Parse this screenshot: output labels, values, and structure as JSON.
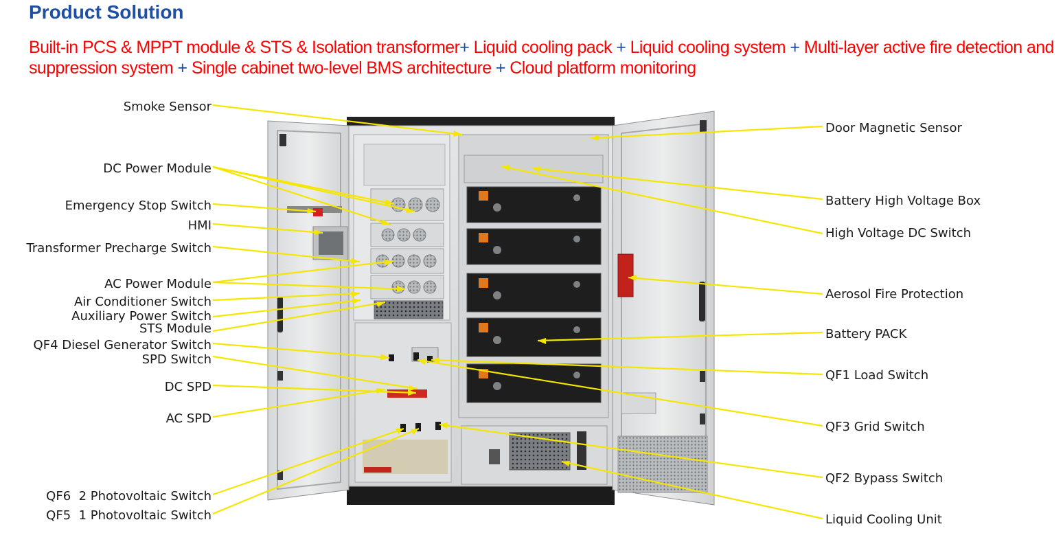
{
  "title": "Product Solution",
  "subtitle": {
    "segments": [
      {
        "text": "Built-in PCS & MPPT module & STS & Isolation transformer",
        "sep": false
      },
      {
        "text": "+",
        "sep": true
      },
      {
        "text": " Liquid cooling pack ",
        "sep": false
      },
      {
        "text": "+",
        "sep": true
      },
      {
        "text": " Liquid cooling system ",
        "sep": false
      },
      {
        "text": "+",
        "sep": true
      },
      {
        "text": " Multi-layer active fire detection and suppression system ",
        "sep": false
      },
      {
        "text": "+",
        "sep": true
      },
      {
        "text": " Single cabinet two-level BMS architecture ",
        "sep": false
      },
      {
        "text": "+",
        "sep": true
      },
      {
        "text": " Cloud platform monitoring",
        "sep": false
      }
    ]
  },
  "colors": {
    "title": "#1f4fa3",
    "subtitle": "#ff0000",
    "separator": "#1f4fa3",
    "leader_line": "#f5e600",
    "label_text": "#1a1a1a"
  },
  "left_labels": [
    "Smoke Sensor",
    "DC Power Module",
    "Emergency Stop Switch",
    "HMI",
    "Transformer Precharge Switch",
    "AC Power Module",
    "Air Conditioner Switch",
    "Auxiliary Power Switch",
    "STS Module",
    "QF4 Diesel Generator Switch",
    "SPD Switch",
    "DC SPD",
    "AC SPD",
    "QF6  2 Photovoltaic Switch",
    "QF5  1 Photovoltaic Switch"
  ],
  "right_labels": [
    "Door Magnetic Sensor",
    "Battery High Voltage Box",
    "High Voltage DC Switch",
    "Aerosol Fire Protection",
    "Battery PACK",
    "QF1 Load Switch",
    "QF3 Grid Switch",
    "QF2 Bypass Switch",
    "Liquid Cooling Unit"
  ]
}
